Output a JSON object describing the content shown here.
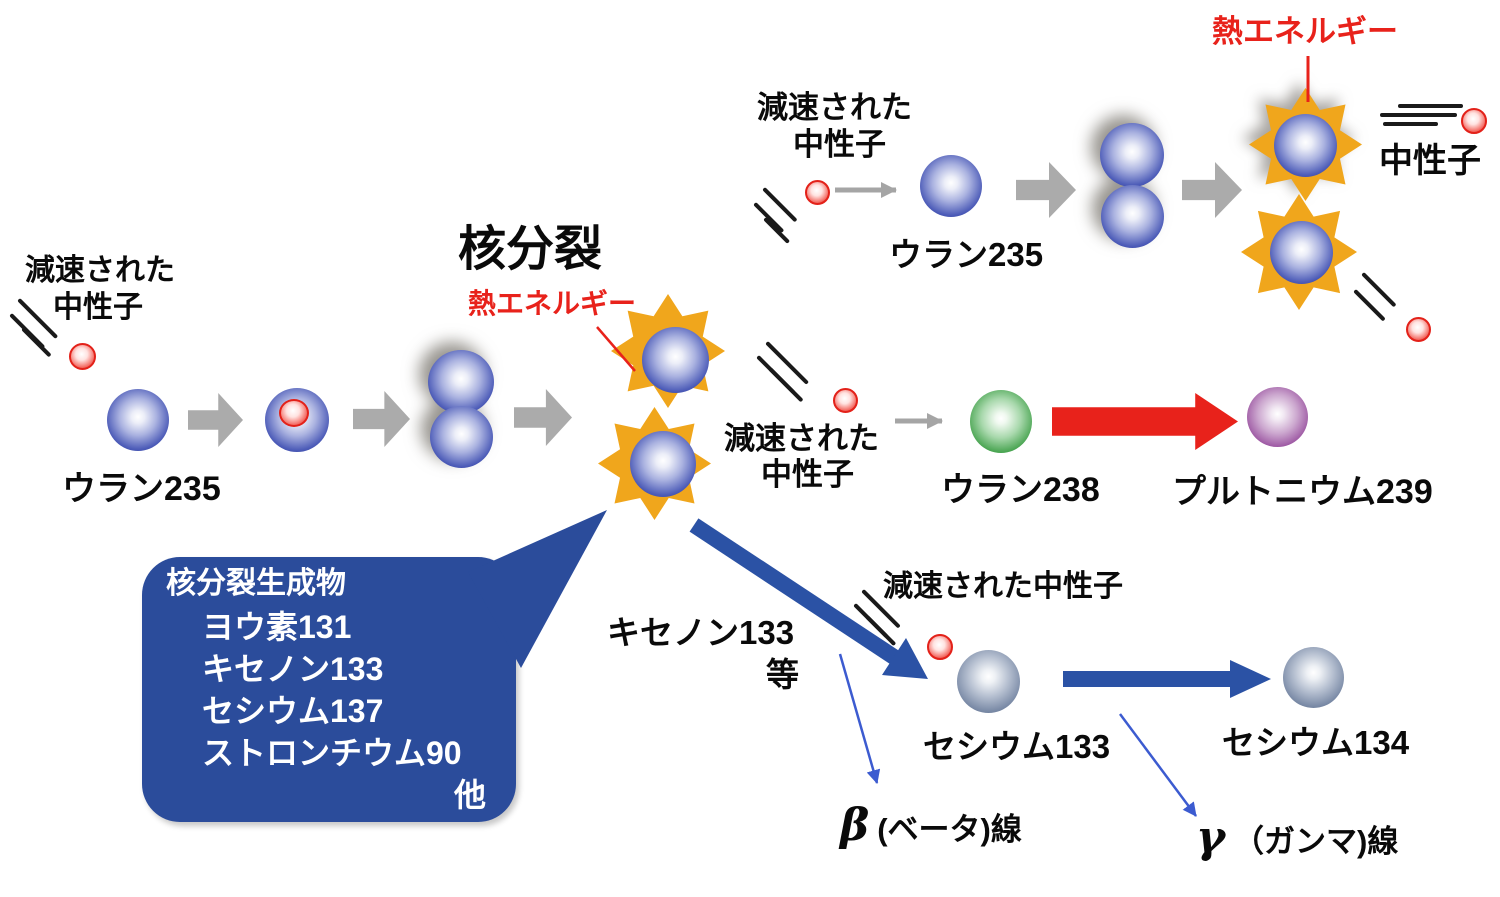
{
  "colors": {
    "uranium_sphere_blue": "#2b3a9e",
    "neutron_red": "#e8352c",
    "fission_star_orange": "#f0a61c",
    "block_arrow_gray": "#ababab",
    "transmutation_arrow_red": "#e8221b",
    "decay_arrow_blue": "#2b52a5",
    "thin_arrow_blue": "#3c5bd0",
    "callout_blue": "#2b4c9b",
    "thermal_text_red": "#e8221b",
    "uranium238_green": "#21912f",
    "plutonium_purple": "#8c3a92",
    "cesium_slate": "#5d6e8c",
    "text_black": "#0a0a0a"
  },
  "main_chain": {
    "moderated_neutron_line1": "減速された",
    "moderated_neutron_line2": "中性子",
    "uranium235": "ウラン235",
    "fission_title": "核分裂",
    "thermal_energy": "熱エネルギー"
  },
  "top_chain": {
    "moderated_neutron_line1": "減速された",
    "moderated_neutron_line2": "中性子",
    "uranium235": "ウラン235",
    "thermal_energy": "熱エネルギー",
    "neutron": "中性子"
  },
  "breeding": {
    "moderated_neutron_line1": "減速された",
    "moderated_neutron_line2": "中性子",
    "uranium238": "ウラン238",
    "plutonium239": "プルトニウム239"
  },
  "products_callout": {
    "title": "核分裂生成物",
    "items": [
      "ヨウ素131",
      "キセノン133",
      "セシウム137",
      "ストロンチウム90"
    ],
    "other": "他"
  },
  "cesium_chain": {
    "xenon133": "キセノン133",
    "etc": "等",
    "moderated_neutron": "減速された中性子",
    "cesium133": "セシウム133",
    "cesium134": "セシウム134",
    "beta_symbol": "β",
    "beta_text": "(ベータ)線",
    "gamma_symbol": "γ",
    "gamma_text": "（ガンマ)線"
  }
}
